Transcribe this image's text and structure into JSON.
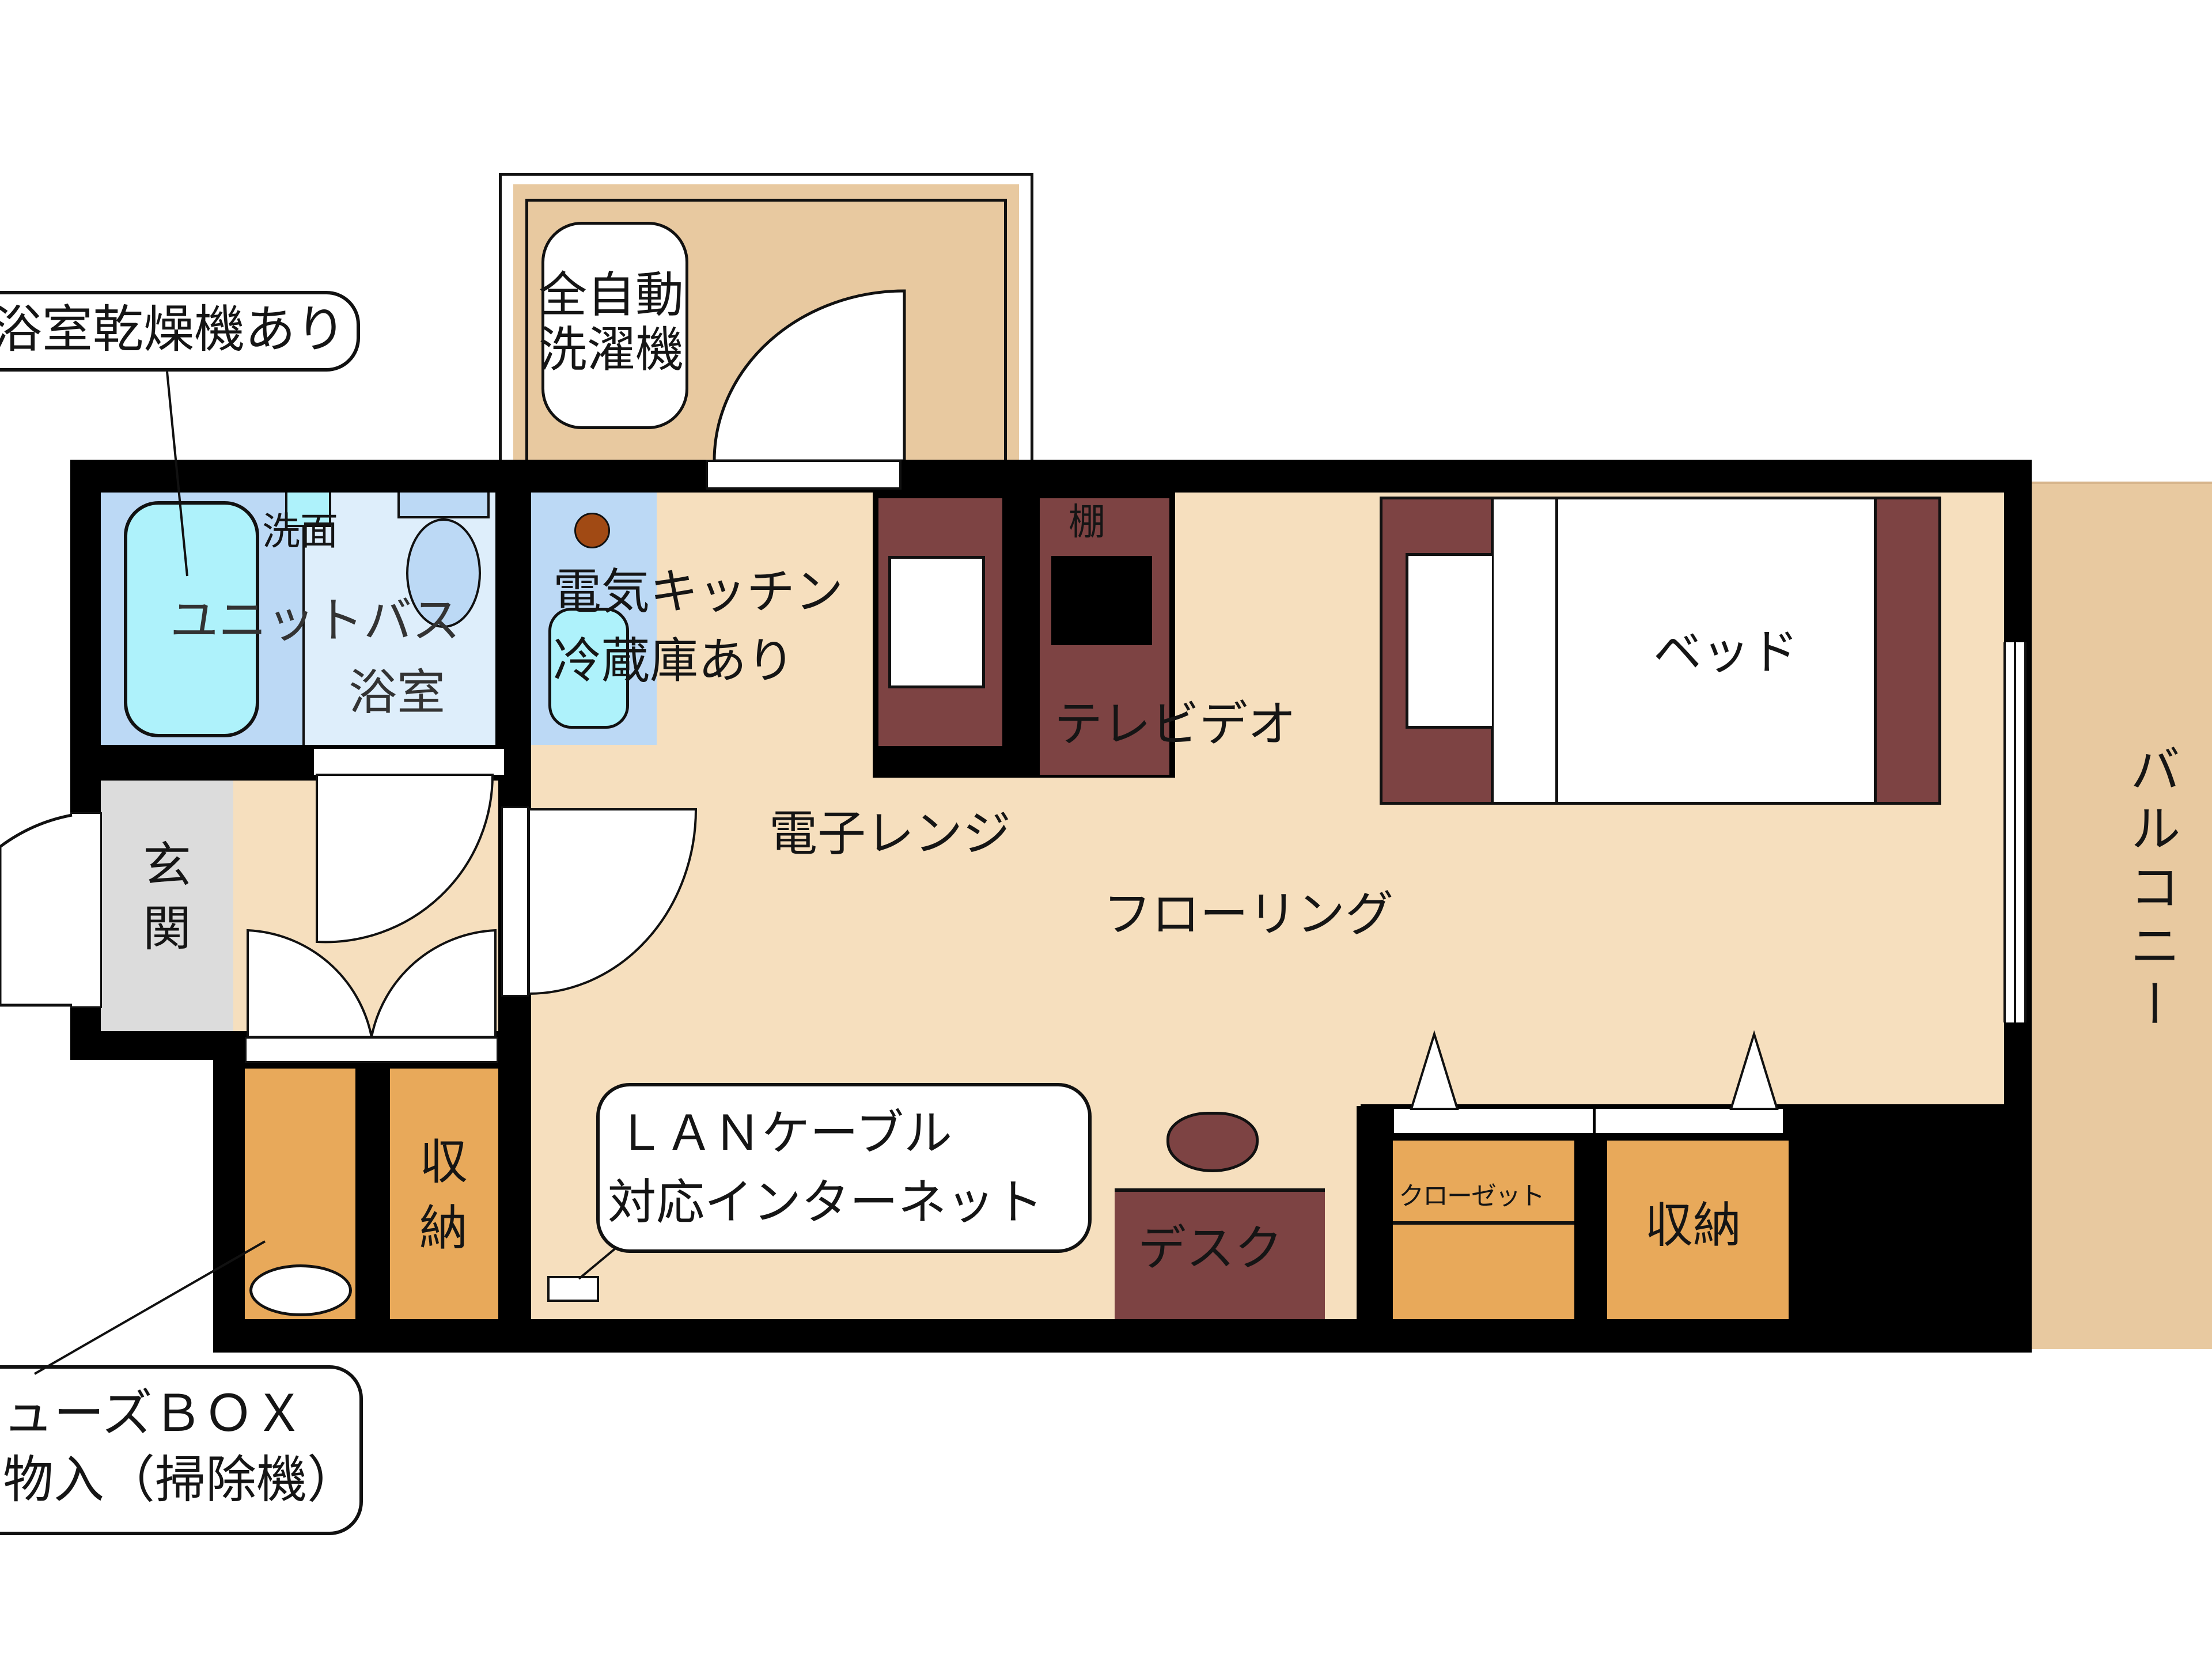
{
  "floor_plan": {
    "colors": {
      "wall": "#000000",
      "flooring": "#f6dfbe",
      "bath_blue": "#bcd9f5",
      "bath_light": "#deeefb",
      "tub_cyan": "#aef2fb",
      "furniture": "#7d4343",
      "storage": "#e8a95a",
      "entrance_gray": "#dcdcdc",
      "balcony": "#e8c9a0",
      "laundry": "#e8c9a0",
      "outlet_dot": "#a14a14"
    },
    "rooms": {
      "unit_bath": "ユニットバス",
      "bathroom": "浴室",
      "washbasin": "洗面",
      "kitchen": "電気キッチン",
      "fridge": "冷蔵庫あり",
      "entrance_line1": "玄",
      "entrance_line2": "関",
      "flooring": "フローリング",
      "balcony": "バルコニー",
      "laundry_machine_line1": "全自動",
      "laundry_machine_line2": "洗濯機"
    },
    "furniture": {
      "shelf": "棚",
      "tv_video": "テレビデオ",
      "microwave": "電子レンジ",
      "bed": "ベッド",
      "desk": "デスク",
      "closet": "クローゼット",
      "storage_right": "収納",
      "storage_left_line1": "収",
      "storage_left_line2": "納"
    },
    "callouts": {
      "bath_dryer": "浴室乾燥機あり",
      "lan_line1": "ＬＡＮケーブル",
      "lan_line2": "対応インターネット",
      "fuse_line1": "ューズＢＯＸ",
      "fuse_line2": "物入（掃除機）"
    }
  }
}
